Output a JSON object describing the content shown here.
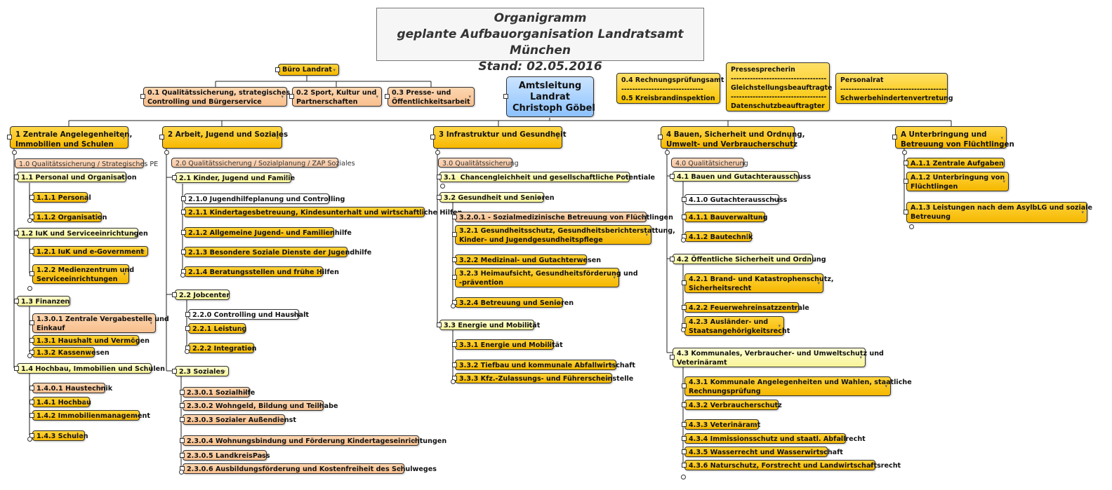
{
  "title": {
    "line1": "Organigramm",
    "line2": "geplante Aufbauorganisation Landratsamt München",
    "line3": "Stand: 02.05.2016"
  },
  "buero": {
    "label": "Büro Landrat",
    "children": [
      "0.1 Qualitätssicherung, strategisches\nControlling und Bürgerservice",
      "0.2 Sport, Kultur und\nPartnerschaften",
      "0.3 Presse- und\nÖffentlichkeitsarbeit"
    ]
  },
  "amtsleitung": "Amtsleitung\nLandrat\nChristoph Göbel",
  "info_boxes": {
    "rechnung": "0.4 Rechnungsprüfungsamt\n------------------------------\n0.5 Kreisbrandinspektion",
    "presse": "Pressesprecherin\n-----------------------------------\nGleichstellungsbeauftragte\n-----------------------------------\nDatenschutzbeauftragter",
    "personalrat": "Personalrat\n---------------------------------------\nSchwerbehindertenvertretung"
  },
  "columns": [
    {
      "label": "1 Zentrale Angelegenheiten,\nImmobilien und Schulen",
      "qual": "1.0 Qualitätssicherung / Strategisches PE",
      "groups": [
        {
          "label": "1.1 Personal und Organisation",
          "items": [
            "1.1.1 Personal",
            "1.1.2 Organisation"
          ]
        },
        {
          "label": "1.2 IuK und Serviceeinrichtungen",
          "items": [
            "1.2.1 IuK und e-Government",
            "1.2.2 Medienzentrum und\nServiceeinrichtungen"
          ]
        },
        {
          "label": "1.3 Finanzen",
          "items": [
            "1.3.0.1 Zentrale Vergabestelle und\nEinkauf",
            "1.3.1 Haushalt und Vermögen",
            "1.3.2 Kassenwesen"
          ]
        },
        {
          "label": "1.4 Hochbau, Immobilien und Schulen",
          "items": [
            "1.4.0.1 Haustechnik",
            "1.4.1 Hochbau",
            "1.4.2 Immobilienmanagement",
            "1.4.3 Schulen"
          ]
        }
      ]
    },
    {
      "label": "2 Arbeit, Jugend und Soziales",
      "qual": "2.0 Qualitätssicherung / Sozialplanung / ZAP Soziales",
      "groups": [
        {
          "label": "2.1 Kinder, Jugend und Familie",
          "items": [
            "2.1.0 Jugendhilfeplanung und Controlling",
            "2.1.1 Kindertagesbetreuung, Kindesunterhalt und wirtschaftliche Hilfen",
            "2.1.2 Allgemeine Jugend- und Familienhilfe",
            "2.1.3 Besondere Soziale Dienste der Jugendhilfe",
            "2.1.4 Beratungsstellen und frühe Hilfen"
          ]
        },
        {
          "label": "2.2 Jobcenter",
          "items": [
            "2.2.0 Controlling und Haushalt",
            "2.2.1 Leistung",
            "2.2.2 Integration"
          ]
        },
        {
          "label": "2.3 Soziales",
          "items": [
            "2.3.0.1 Sozialhilfe",
            "2.3.0.2 Wohngeld, Bildung und Teilhabe",
            "2.3.0.3 Sozialer Außendienst",
            "2.3.0.4 Wohnungsbindung und Förderung Kindertageseinrichtungen",
            "2.3.0.5 LandkreisPass",
            "2.3.0.6 Ausbildungsförderung und Kostenfreiheit des Schulweges"
          ]
        }
      ]
    },
    {
      "label": "3 Infrastruktur und Gesundheit",
      "qual": "3.0 Qualitätssicherung",
      "groups": [
        {
          "label": "3.1  Chancengleichheit und gesellschaftliche Potentiale",
          "items": []
        },
        {
          "label": "3.2 Gesundheit und Senioren",
          "items": [
            "3.2.0.1 - Sozialmedizinische Betreuung von Flüchtlingen",
            "3.2.1 Gesundheitsschutz, Gesundheitsberichterstattung,\nKinder- und Jugendgesundheitspflege",
            "3.2.2 Medizinal- und Gutachterwesen",
            "3.2.3 Heimaufsicht, Gesundheitsförderung und\n-prävention",
            "3.2.4 Betreuung und Senioren"
          ]
        },
        {
          "label": "3.3 Energie und Mobilität",
          "items": [
            "3.3.1 Energie und Mobilität",
            "3.3.2 Tiefbau und kommunale Abfallwirtschaft",
            "3.3.3 Kfz.-Zulassungs- und Führerscheinstelle"
          ]
        }
      ]
    },
    {
      "label": "4 Bauen, Sicherheit und Ordnung,\nUmwelt- und Verbraucherschutz",
      "qual": "4.0 Qualitätsicherung",
      "groups": [
        {
          "label": "4.1 Bauen und Gutachterausschuss",
          "items": [
            "4.1.0 Gutachterausschuss",
            "4.1.1 Bauverwaltung",
            "4.1.2 Bautechnik"
          ]
        },
        {
          "label": "4.2 Öffentliche Sicherheit und Ordnung",
          "items": [
            "4.2.1 Brand- und Katastrophenschutz,\nSicherheitsrecht",
            "4.2.2 Feuerwehreinsatzzentrale",
            "4.2.3 Ausländer- und\nStaatsangehörigkeitsrecht"
          ]
        },
        {
          "label": "4.3 Kommunales, Verbraucher- und Umweltschutz und\nVeterinäramt",
          "items": [
            "4.3.1 Kommunale Angelegenheiten und Wahlen, staatliche\nRechnungsprüfung",
            "4.3.2 Verbraucherschutz",
            "4.3.3 Veterinäramt",
            "4.3.4 Immissionsschutz und staatl. Abfallrecht",
            "4.3.5 Wasserrecht und Wasserwirtschaft",
            "4.3.6 Naturschutz, Forstrecht und Landwirtschaftsrecht"
          ]
        }
      ]
    },
    {
      "label": "A Unterbringung und\nBetreuung von Flüchtlingen",
      "qual": "",
      "groups": [
        {
          "label": "",
          "items": [
            "A.1.1 Zentrale Aufgaben",
            "A.1.2 Unterbringung von\nFlüchtlingen",
            "A.1.3 Leistungen nach dem AsylbLG und soziale\nBetreuung"
          ]
        }
      ]
    }
  ]
}
